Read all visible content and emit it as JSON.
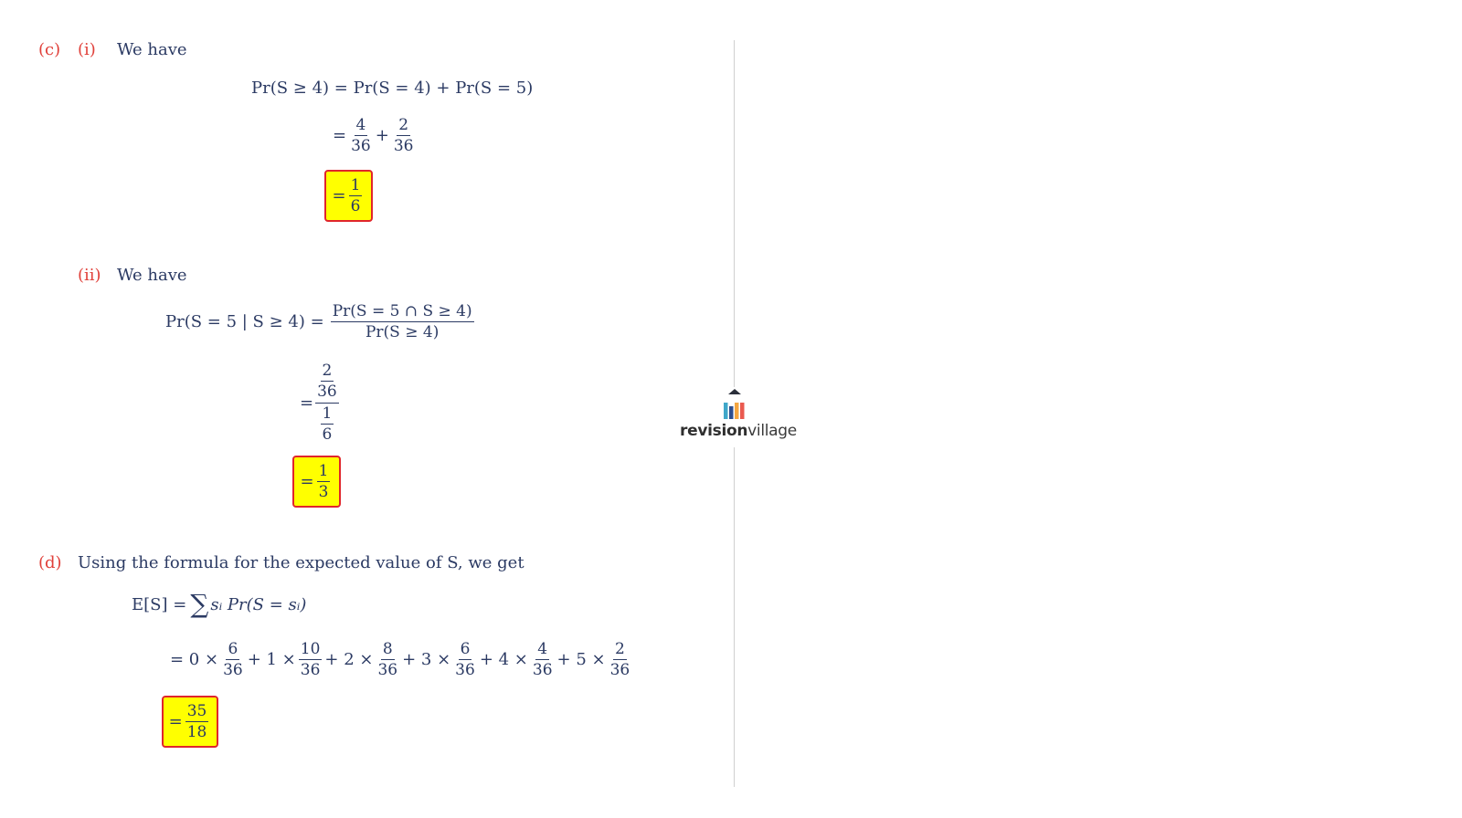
{
  "part_c": {
    "label": "(c)",
    "sub_i": {
      "label": "(i)",
      "intro": "We have",
      "line1": "Pr(S ≥ 4) = Pr(S = 4) + Pr(S = 5)",
      "line2": {
        "eq": "=",
        "f1_num": "4",
        "f1_den": "36",
        "op": "+",
        "f2_num": "2",
        "f2_den": "36"
      },
      "answer": {
        "eq": "=",
        "num": "1",
        "den": "6"
      }
    },
    "sub_ii": {
      "label": "(ii)",
      "intro": "We have",
      "lhs": "Pr(S = 5 | S ≥ 4) =",
      "rhs_num": "Pr(S = 5 ∩ S ≥ 4)",
      "rhs_den": "Pr(S ≥ 4)",
      "line2": {
        "eq": "=",
        "top_num": "2",
        "top_den": "36",
        "bot_num": "1",
        "bot_den": "6"
      },
      "answer": {
        "eq": "=",
        "num": "1",
        "den": "3"
      }
    }
  },
  "part_d": {
    "label": "(d)",
    "intro": "Using the formula for the expected value of S, we get",
    "line1_lhs": "E[S] =",
    "line1_sum": "∑",
    "line1_rhs": "sᵢ Pr(S = sᵢ)",
    "terms": [
      {
        "prefix": "= 0 ×",
        "num": "6",
        "den": "36"
      },
      {
        "prefix": "+ 1 ×",
        "num": "10",
        "den": "36"
      },
      {
        "prefix": "+ 2 ×",
        "num": "8",
        "den": "36"
      },
      {
        "prefix": "+ 3 ×",
        "num": "6",
        "den": "36"
      },
      {
        "prefix": "+ 4 ×",
        "num": "4",
        "den": "36"
      },
      {
        "prefix": "+ 5 ×",
        "num": "2",
        "den": "36"
      }
    ],
    "answer": {
      "eq": "=",
      "num": "35",
      "den": "18"
    }
  },
  "logo": {
    "bold": "revision",
    "light": "village"
  },
  "colors": {
    "label": "#e0403a",
    "text": "#2b3a63",
    "highlight": "#ffff00",
    "highlight_border": "#e0252b"
  }
}
